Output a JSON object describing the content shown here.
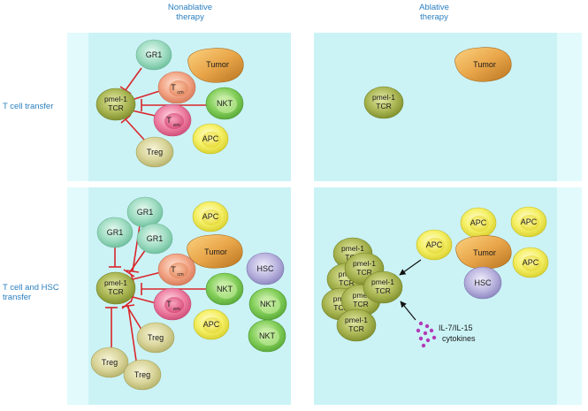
{
  "headers": {
    "nonablative": [
      "Nonablative",
      "therapy"
    ],
    "ablative": [
      "Ablative",
      "therapy"
    ]
  },
  "row_labels": {
    "t_cell_transfer": "T cell transfer",
    "t_cell_hsc_transfer": [
      "T cell and HSC",
      "transfer"
    ]
  },
  "cell_labels": {
    "gr1": "GR1",
    "tumor": "Tumor",
    "tcm_main": "T",
    "tcm_sub": "cm",
    "tem_main": "T",
    "tem_sub": "em",
    "nkt": "NKT",
    "apc": "APC",
    "treg": "Treg",
    "hsc": "HSC",
    "pmel_l1": "pmel-1",
    "pmel_l2": "TCR",
    "pmel_trunc": "pmel"
  },
  "cytokines": [
    "IL-7/IL-15",
    "cytokines"
  ],
  "colors": {
    "panel": "#cff4f6",
    "panel_edge": "#e4fafb",
    "header_text": "#2a7fc0",
    "inhibition": "#d9262a",
    "arrow": "#111111",
    "cytokine": "#b23ab8"
  }
}
